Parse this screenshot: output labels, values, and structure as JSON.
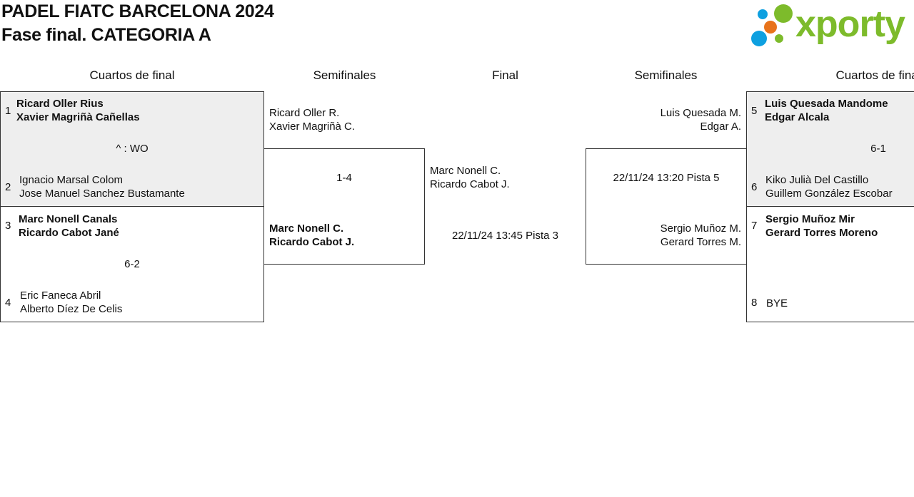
{
  "header": {
    "title_line1": "PADEL FIATC BARCELONA 2024",
    "title_line2": "Fase final. CATEGORIA A"
  },
  "logo": {
    "text": "xporty",
    "colors": {
      "green": "#7dbb2b",
      "blue": "#0ea0e0",
      "orange": "#e8731a"
    }
  },
  "columns": {
    "left_quarters": "Cuartos de final",
    "left_semis": "Semifinales",
    "final": "Final",
    "right_semis": "Semifinales",
    "right_quarters": "Cuartos de final"
  },
  "left_quarters": [
    {
      "top": {
        "seed": "1",
        "p1": "Ricard Oller Rius",
        "p2": "Xavier Magriñà Cañellas"
      },
      "result": "^ : WO",
      "bottom": {
        "seed": "2",
        "p1": "Ignacio Marsal Colom",
        "p2": "Jose Manuel Sanchez Bustamante"
      }
    },
    {
      "top": {
        "seed": "3",
        "p1": "Marc Nonell Canals",
        "p2": "Ricardo Cabot Jané"
      },
      "result": "6-2",
      "bottom": {
        "seed": "4",
        "p1": "Eric Faneca Abril",
        "p2": "Alberto Díez De Celis"
      }
    }
  ],
  "left_semi": {
    "top": {
      "p1": "Ricard Oller R.",
      "p2": "Xavier Magriñà C."
    },
    "result": "1-4",
    "bottom": {
      "p1": "Marc Nonell C.",
      "p2": "Ricardo Cabot J."
    }
  },
  "final": {
    "team": {
      "p1": "Marc Nonell C.",
      "p2": "Ricardo Cabot J."
    },
    "schedule": "22/11/24 13:45 Pista 3"
  },
  "right_semi": {
    "top": {
      "p1": "Luis Quesada M.",
      "p2": "Edgar A."
    },
    "result": "22/11/24 13:20 Pista 5",
    "bottom": {
      "p1": "Sergio Muñoz M.",
      "p2": "Gerard Torres M."
    }
  },
  "right_quarters": [
    {
      "top": {
        "seed": "5",
        "p1": "Luis Quesada Mandome",
        "p2": "Edgar Alcala"
      },
      "result": "6-1",
      "bottom": {
        "seed": "6",
        "p1": "Kiko Julià Del Castillo",
        "p2": "Guillem González Escobar"
      }
    },
    {
      "top": {
        "seed": "7",
        "p1": "Sergio Muñoz Mir",
        "p2": "Gerard Torres Moreno"
      },
      "result": "",
      "bottom": {
        "seed": "8",
        "p1": "BYE",
        "p2": ""
      }
    }
  ]
}
